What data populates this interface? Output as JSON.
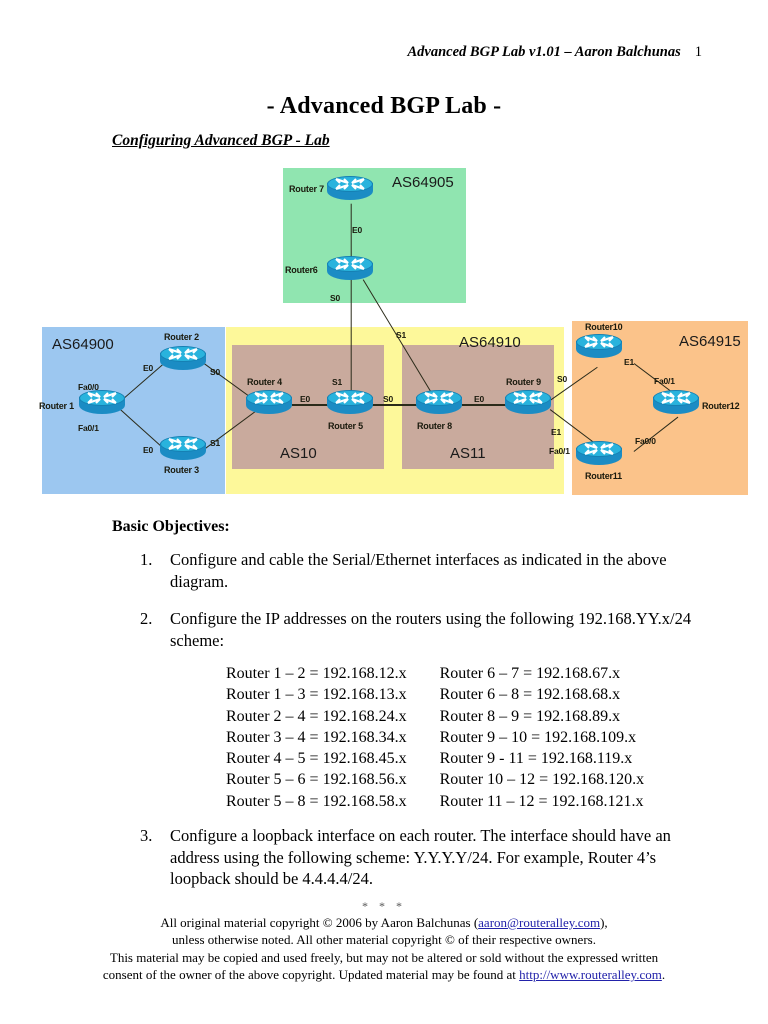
{
  "header": {
    "title": "Advanced BGP Lab v1.01 – Aaron Balchunas",
    "page_number": "1"
  },
  "doc_title": "- Advanced BGP Lab -",
  "section_title": "Configuring Advanced BGP - Lab",
  "diagram": {
    "regions": [
      {
        "name": "AS64900",
        "label": "AS64900",
        "color": "#9cc7f0"
      },
      {
        "name": "AS64905",
        "label": "AS64905",
        "color": "#90e5b0"
      },
      {
        "name": "AS64910",
        "label": "AS64910",
        "color": "#fdf89a"
      },
      {
        "name": "AS64915",
        "label": "AS64915",
        "color": "#fbc38a"
      },
      {
        "name": "AS10",
        "label": "AS10",
        "color": "#c9aa9d"
      },
      {
        "name": "AS11",
        "label": "AS11",
        "color": "#c9aa9d"
      }
    ],
    "routers": [
      {
        "id": "router1",
        "label": "Router 1"
      },
      {
        "id": "router2",
        "label": "Router 2"
      },
      {
        "id": "router3",
        "label": "Router 3"
      },
      {
        "id": "router4",
        "label": "Router 4"
      },
      {
        "id": "router5",
        "label": "Router 5"
      },
      {
        "id": "router6",
        "label": "Router6"
      },
      {
        "id": "router7",
        "label": "Router 7"
      },
      {
        "id": "router8",
        "label": "Router 8"
      },
      {
        "id": "router9",
        "label": "Router 9"
      },
      {
        "id": "router10",
        "label": "Router10"
      },
      {
        "id": "router11",
        "label": "Router11"
      },
      {
        "id": "router12",
        "label": "Router12"
      }
    ],
    "interface_labels": [
      {
        "id": "r1-fa00",
        "text": "Fa0/0"
      },
      {
        "id": "r1-fa01",
        "text": "Fa0/1"
      },
      {
        "id": "r2-e0",
        "text": "E0"
      },
      {
        "id": "r3-e0",
        "text": "E0"
      },
      {
        "id": "r2-s0",
        "text": "S0"
      },
      {
        "id": "r3-s1",
        "text": "S1"
      },
      {
        "id": "r4-e0",
        "text": "E0"
      },
      {
        "id": "r5-s1",
        "text": "S1"
      },
      {
        "id": "r5-s0",
        "text": "S0"
      },
      {
        "id": "r6-e0",
        "text": "E0"
      },
      {
        "id": "r6-s0",
        "text": "S0"
      },
      {
        "id": "r6-s1",
        "text": "S1"
      },
      {
        "id": "r8-e0",
        "text": "E0"
      },
      {
        "id": "r9-s0",
        "text": "S0"
      },
      {
        "id": "r9-e1",
        "text": "E1"
      },
      {
        "id": "r10-e1",
        "text": "E1"
      },
      {
        "id": "r11-fa01",
        "text": "Fa0/1"
      },
      {
        "id": "r12-fa01",
        "text": "Fa0/1"
      },
      {
        "id": "r12-fa00",
        "text": "Fa0/0"
      }
    ]
  },
  "objectives": {
    "heading": "Basic Objectives:",
    "items": [
      {
        "num": "1.",
        "text": "Configure and cable the Serial/Ethernet interfaces as indicated in the above diagram."
      },
      {
        "num": "2.",
        "text": "Configure the IP addresses on the routers using the following 192.168.YY.x/24 scheme:"
      },
      {
        "num": "3.",
        "text": "Configure a loopback interface on each router. The interface should have an address using the following scheme: Y.Y.Y.Y/24. For example, Router 4’s loopback should be 4.4.4.4/24."
      }
    ]
  },
  "ip_table": {
    "rows": [
      {
        "left": "Router 1 – 2 = 192.168.12.x",
        "right": "Router 6 – 7 = 192.168.67.x"
      },
      {
        "left": "Router 1 – 3 = 192.168.13.x",
        "right": "Router 6 – 8 = 192.168.68.x"
      },
      {
        "left": "Router 2 – 4 = 192.168.24.x",
        "right": "Router 8 – 9 = 192.168.89.x"
      },
      {
        "left": "Router 3 – 4 = 192.168.34.x",
        "right": "Router 9 – 10 = 192.168.109.x"
      },
      {
        "left": "Router 4 – 5 = 192.168.45.x",
        "right": "Router 9 - 11 = 192.168.119.x"
      },
      {
        "left": "Router 5 – 6 = 192.168.56.x",
        "right": "Router 10 – 12 = 192.168.120.x"
      },
      {
        "left": "Router 5 – 8 = 192.168.58.x",
        "right": "Router 11 – 12 = 192.168.121.x"
      }
    ]
  },
  "separator": "* * *",
  "footer": {
    "line1_before": "All original material copyright © 2006 by Aaron Balchunas (",
    "email": "aaron@routeralley.com",
    "line1_after": "),",
    "line2": "unless otherwise noted.  All other material copyright © of their respective owners.",
    "line3": "This material may be copied and used freely, but may not be altered or sold without the expressed written",
    "line4_before": "consent of the owner of the above copyright. Updated material may be found at ",
    "url": "http://www.routeralley.com",
    "line4_after": "."
  }
}
